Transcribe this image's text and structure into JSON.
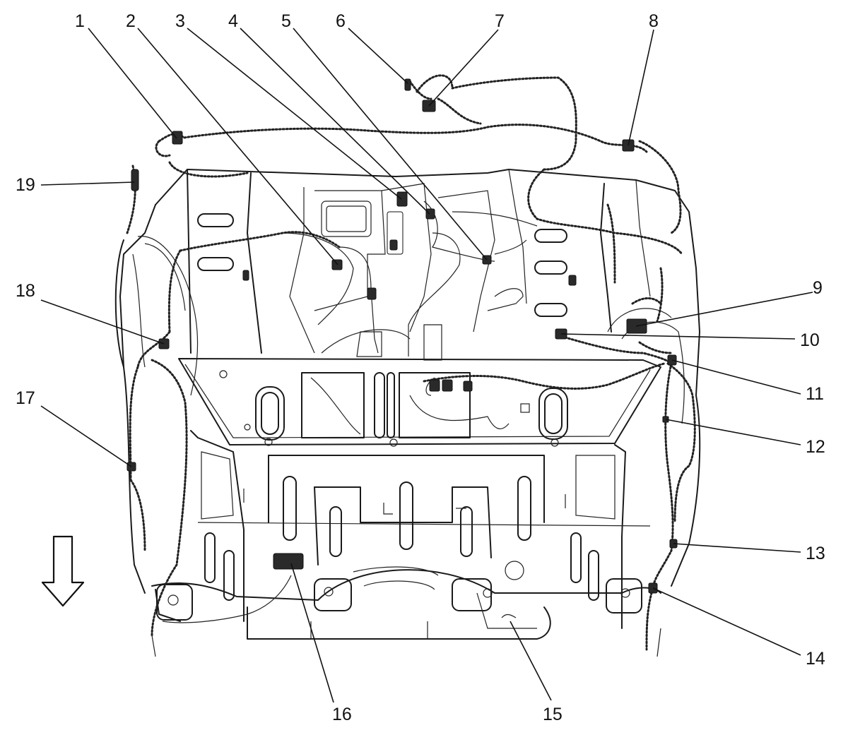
{
  "callouts": [
    {
      "id": "1",
      "text": "1"
    },
    {
      "id": "2",
      "text": "2"
    },
    {
      "id": "3",
      "text": "3"
    },
    {
      "id": "4",
      "text": "4"
    },
    {
      "id": "5",
      "text": "5"
    },
    {
      "id": "6",
      "text": "6"
    },
    {
      "id": "7",
      "text": "7"
    },
    {
      "id": "8",
      "text": "8"
    },
    {
      "id": "9",
      "text": "9"
    },
    {
      "id": "10",
      "text": "10"
    },
    {
      "id": "11",
      "text": "11"
    },
    {
      "id": "12",
      "text": "12"
    },
    {
      "id": "13",
      "text": "13"
    },
    {
      "id": "14",
      "text": "14"
    },
    {
      "id": "15",
      "text": "15"
    },
    {
      "id": "16",
      "text": "16"
    },
    {
      "id": "17",
      "text": "17"
    },
    {
      "id": "18",
      "text": "18"
    },
    {
      "id": "19",
      "text": "19"
    }
  ],
  "direction_arrow": {
    "icon": "down-arrow-icon"
  }
}
